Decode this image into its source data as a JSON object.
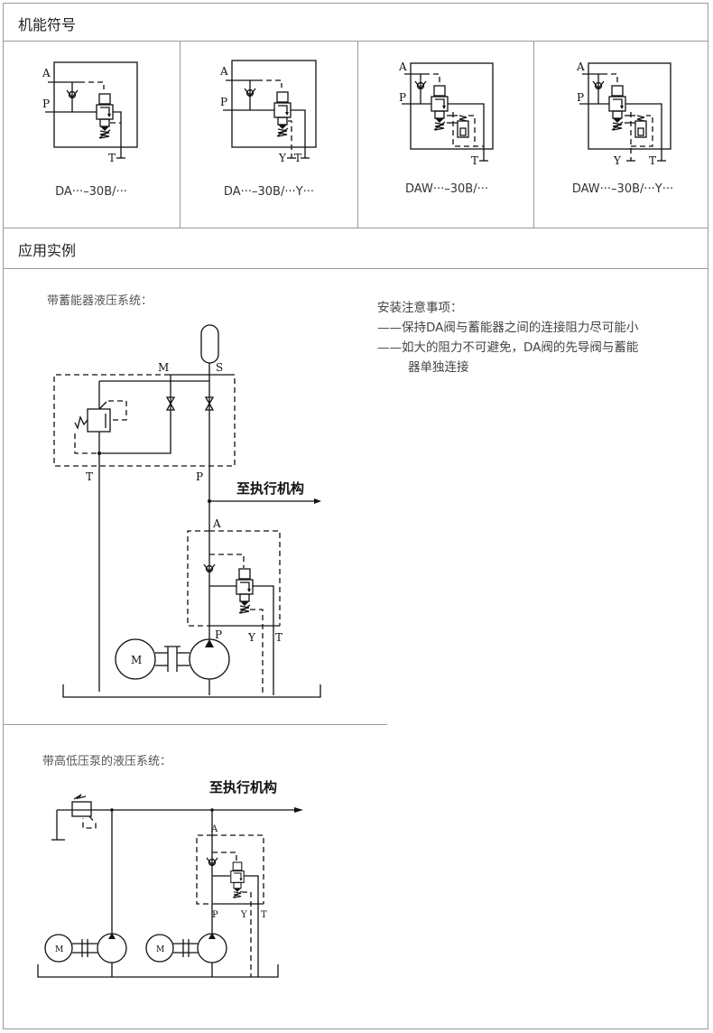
{
  "sections": {
    "symbols_title": "机能符号",
    "applications_title": "应用实例"
  },
  "symbols": [
    {
      "caption": "DA···–30B/···"
    },
    {
      "caption": "DA···–30B/···Y···"
    },
    {
      "caption": "DAW···–30B/···"
    },
    {
      "caption": "DAW···–30B/···Y···"
    }
  ],
  "port_labels": {
    "A": "A",
    "P": "P",
    "T": "T",
    "Y": "Y",
    "M": "M",
    "S": "S",
    "motor": "M"
  },
  "example1": {
    "title": "带蓄能器液压系统：",
    "to_actuator": "至执行机构"
  },
  "example2": {
    "title": "带高低压泵的液压系统：",
    "to_actuator": "至执行机构"
  },
  "notes": {
    "title": "安装注意事项：",
    "items": [
      "——保持DA阀与蓄能器之间的连接阻力尽可能小",
      "——如大的阻力不可避免，DA阀的先导阀与蓄能",
      "器单独连接"
    ]
  }
}
